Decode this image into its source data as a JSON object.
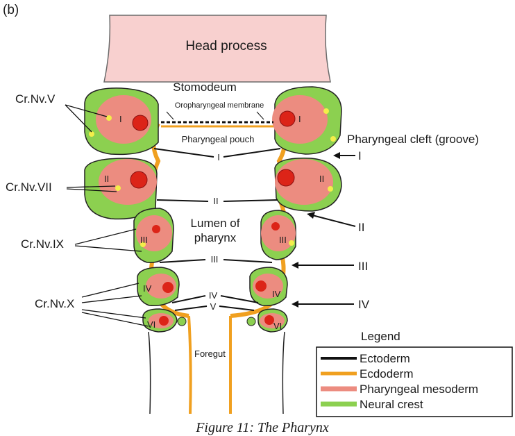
{
  "panel_label": "(b)",
  "labels": {
    "head_process": "Head process",
    "stomodeum": "Stomodeum",
    "oropharyngeal_membrane": "Oropharyngeal membrane",
    "pharyngeal_pouch": "Pharyngeal pouch",
    "pharyngeal_cleft": "Pharyngeal cleft (groove)",
    "lumen_line1": "Lumen of",
    "lumen_line2": "pharynx",
    "foregut": "Foregut",
    "cr_nv_v": "Cr.Nv.V",
    "cr_nv_vii": "Cr.Nv.VII",
    "cr_nv_ix": "Cr.Nv.IX",
    "cr_nv_x": "Cr.Nv.X"
  },
  "arch_numerals": {
    "I": "I",
    "II": "II",
    "III": "III",
    "IV": "IV",
    "V": "V",
    "VI": "VI"
  },
  "legend": {
    "title": "Legend",
    "items": [
      {
        "label": "Ectoderm",
        "color": "#111111"
      },
      {
        "label": "Ecdoderm",
        "color": "#f0a020"
      },
      {
        "label": "Pharyngeal mesoderm",
        "color": "#ec8c80"
      },
      {
        "label": "Neural crest",
        "color": "#8cd050"
      }
    ]
  },
  "colors": {
    "head_process_fill": "#f8d0cf",
    "neural_crest": "#8cd050",
    "mesoderm": "#ec8c80",
    "endoderm": "#f0a020",
    "artery": "#dc2418",
    "nerve": "#f4ee4a"
  },
  "caption": "Figure 11: The Pharynx"
}
